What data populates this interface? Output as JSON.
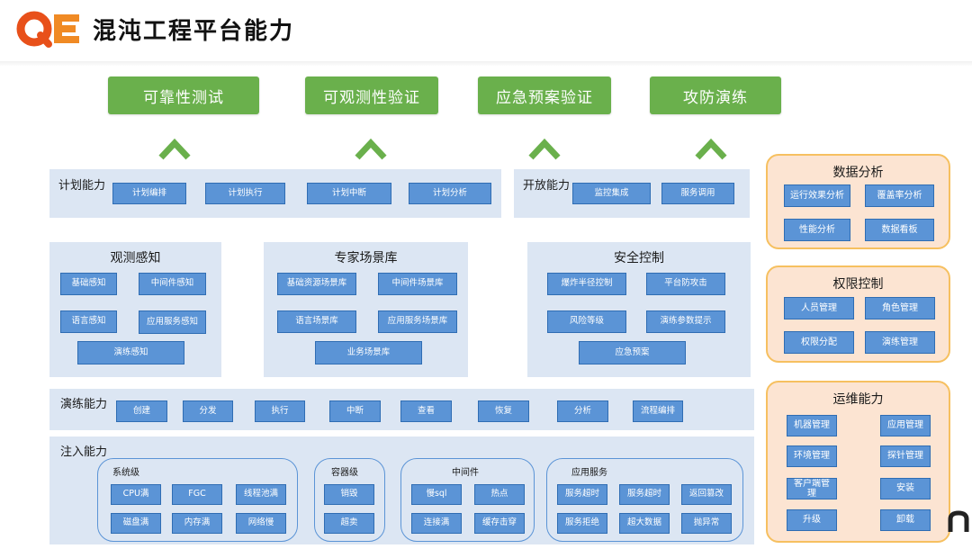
{
  "header": {
    "logo_text": "QE",
    "title": "混沌工程平台能力",
    "colors": {
      "logo_q": "#e8501a",
      "logo_e": "#f08a24"
    }
  },
  "goals": [
    {
      "label": "可靠性测试"
    },
    {
      "label": "可观测性验证"
    },
    {
      "label": "应急预案验证"
    },
    {
      "label": "攻防演练"
    }
  ],
  "plan": {
    "title": "计划能力",
    "items": [
      "计划编排",
      "计划执行",
      "计划中断",
      "计划分析"
    ]
  },
  "open": {
    "title": "开放能力",
    "items": [
      "监控集成",
      "服务调用"
    ]
  },
  "observe": {
    "title": "观测感知",
    "items": [
      "基础感知",
      "中间件感知",
      "语言感知",
      "应用服务感知",
      "演练感知"
    ]
  },
  "scenario": {
    "title": "专家场景库",
    "items": [
      "基础资源场景库",
      "中间件场景库",
      "语言场景库",
      "应用服务场景库",
      "业务场景库"
    ]
  },
  "security": {
    "title": "安全控制",
    "items": [
      "爆炸半径控制",
      "平台防攻击",
      "风险等级",
      "演练参数提示",
      "应急预案"
    ]
  },
  "drill": {
    "title": "演练能力",
    "items": [
      "创建",
      "分发",
      "执行",
      "中断",
      "查看",
      "恢复",
      "分析",
      "流程编排"
    ]
  },
  "inject": {
    "title": "注入能力",
    "groups": [
      {
        "label": "系统级",
        "items": [
          "CPU满",
          "FGC",
          "线程池满",
          "磁盘满",
          "内存满",
          "网络慢"
        ]
      },
      {
        "label": "容器级",
        "items": [
          "销毁",
          "超卖"
        ]
      },
      {
        "label": "中间件",
        "items": [
          "慢sql",
          "热点",
          "连接满",
          "缓存击穿"
        ]
      },
      {
        "label": "应用服务",
        "items": [
          "服务超时",
          "服务超时",
          "返回篡改",
          "服务拒绝",
          "超大数据",
          "抛异常"
        ]
      }
    ]
  },
  "data_analysis": {
    "title": "数据分析",
    "items": [
      "运行效果分析",
      "覆盖率分析",
      "性能分析",
      "数据看板"
    ]
  },
  "permission": {
    "title": "权限控制",
    "items": [
      "人员管理",
      "角色管理",
      "权限分配",
      "演练管理"
    ]
  },
  "ops": {
    "title": "运维能力",
    "items": [
      "机器管理",
      "应用管理",
      "环境管理",
      "探针管理",
      "客户端管理",
      "安装",
      "升级",
      "卸载"
    ]
  },
  "colors": {
    "goal_green": "#6ab04c",
    "button_blue": "#5b94d6",
    "panel_blue": "#dce6f3",
    "side_fill": "#fce4d2",
    "side_border": "#f6c060"
  }
}
